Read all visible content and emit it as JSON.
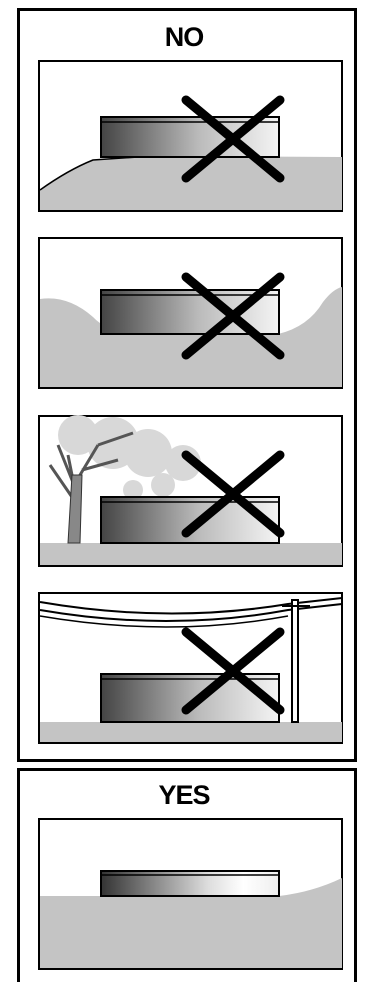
{
  "no_section": {
    "heading": "NO"
  },
  "yes_section": {
    "heading": "YES"
  },
  "colors": {
    "ground": "#c4c4c4",
    "frame": "#000000",
    "cross": "#000000"
  },
  "panels": [
    {
      "id": "no-1",
      "terrain": "sloped-uphill-left",
      "crossed": true
    },
    {
      "id": "no-2",
      "terrain": "valley-depression",
      "crossed": true
    },
    {
      "id": "no-3",
      "terrain": "under-tree",
      "crossed": true
    },
    {
      "id": "no-4",
      "terrain": "under-power-lines",
      "crossed": true
    },
    {
      "id": "yes-1",
      "terrain": "flat-level-ground",
      "crossed": false
    }
  ]
}
